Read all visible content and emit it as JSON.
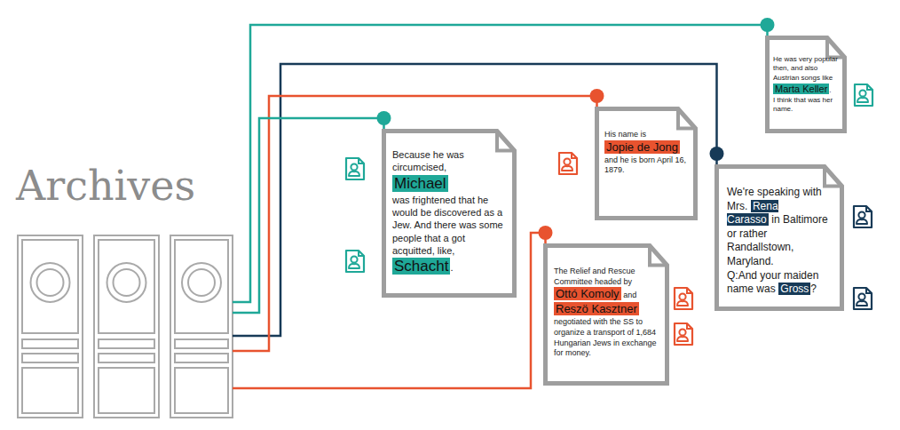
{
  "diagram": {
    "nodes": [
      {
        "text": [
          "Archives"
        ]
      },
      {
        "text": [
          "He was very popular then, and also Austrian songs like",
          "Marta Keller",
          ".",
          "I think that was her name."
        ]
      },
      {
        "text": [
          "Because he was circumcised,",
          "Michael",
          "was frightened that he would be discovered as a Jew. And there was some people that a got acquitted, like,",
          "Schacht",
          "."
        ]
      },
      {
        "text": [
          "His name is",
          "Jopie de Jong",
          "and he is born April 16, 1879."
        ]
      },
      {
        "text": [
          "We're speaking with Mrs.",
          "Rena Carasso",
          "in Baltimore or rather Randallstown, Maryland.",
          "Q:And your maiden name was",
          "Gross",
          "?"
        ]
      },
      {
        "text": [
          "The Relief and Rescue Committee headed by",
          "Ottó Komoly",
          "and",
          "Reszö Kasztner",
          "negotiated with the SS to organize a transport of 1,684 Hungarian Jews in exchange for money."
        ]
      }
    ],
    "edges": [
      {
        "from": 0,
        "to": 1,
        "arrow": "none"
      },
      {
        "from": 0,
        "to": 4,
        "arrow": "none"
      },
      {
        "from": 0,
        "to": 3,
        "arrow": "none"
      },
      {
        "from": 0,
        "to": 2,
        "arrow": "none"
      },
      {
        "from": 0,
        "to": 5,
        "arrow": "none"
      }
    ]
  }
}
